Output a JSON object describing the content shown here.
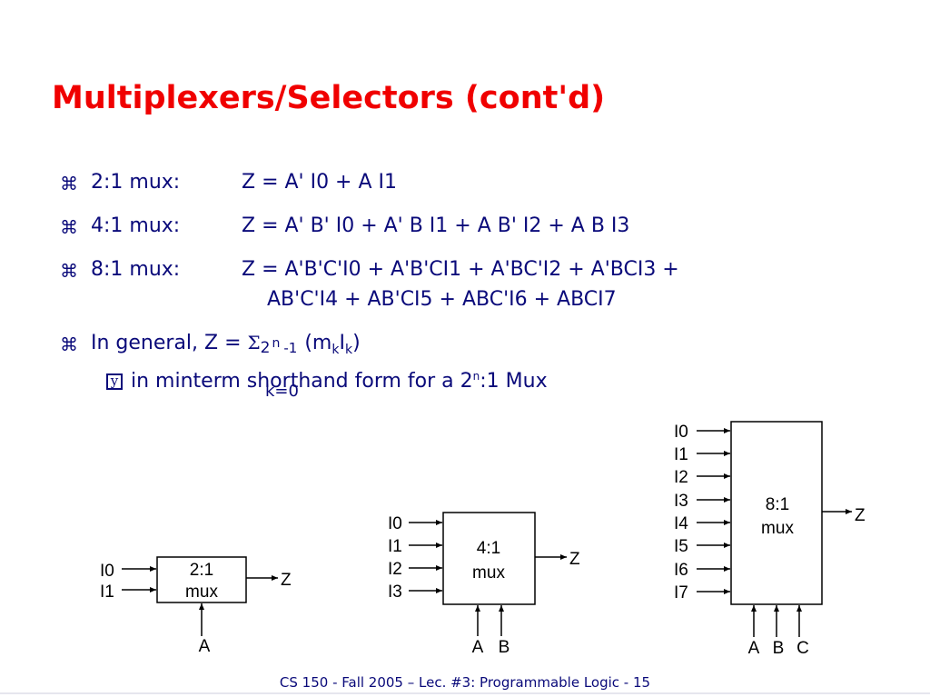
{
  "title": "Multiplexers/Selectors (cont'd)",
  "bullet_symbol": "⌘",
  "sub_bullet_symbol": "y",
  "items": [
    {
      "label": "2:1 mux:",
      "eq": "Z = A' I0 + A I1"
    },
    {
      "label": "4:1 mux:",
      "eq": "Z = A' B' I0 + A' B I1 + A B' I2 + A B I3"
    },
    {
      "label": "8:1 mux:",
      "eq": "Z = A'B'C'I0 + A'B'CI1 + A'BC'I2 + A'BCI3 +",
      "eq2": "AB'C'I4 + AB'CI5  + ABC'I6  + ABCI7"
    }
  ],
  "general": {
    "prefix": "In general, Z = ",
    "sigma": "Σ",
    "upper_base": "2",
    "upper_exp": "n",
    "upper_minus": "-1",
    "lower": "k=0",
    "paren_open": "(m",
    "m_sub": "k",
    "i_letter": "I",
    "i_sub": "k",
    "paren_close": ")"
  },
  "shorthand": {
    "text_a": "in minterm shorthand form for a 2",
    "sup": "n",
    "text_b": ":1 Mux"
  },
  "mux2": {
    "inputs": [
      "I0",
      "I1"
    ],
    "body_line1": "2:1",
    "body_line2": "mux",
    "output": "Z",
    "selects": [
      "A"
    ]
  },
  "mux4": {
    "inputs": [
      "I0",
      "I1",
      "I2",
      "I3"
    ],
    "body_line1": "4:1",
    "body_line2": "mux",
    "output": "Z",
    "selects": [
      "A",
      "B"
    ]
  },
  "mux8": {
    "inputs": [
      "I0",
      "I1",
      "I2",
      "I3",
      "I4",
      "I5",
      "I6",
      "I7"
    ],
    "body_line1": "8:1",
    "body_line2": "mux",
    "output": "Z",
    "selects": [
      "A",
      "B",
      "C"
    ]
  },
  "footer": "CS 150 - Fall 2005 – Lec. #3: Programmable Logic - 15",
  "colors": {
    "title": "#f00000",
    "text": "#0a0a7a",
    "diagram": "#000000"
  }
}
